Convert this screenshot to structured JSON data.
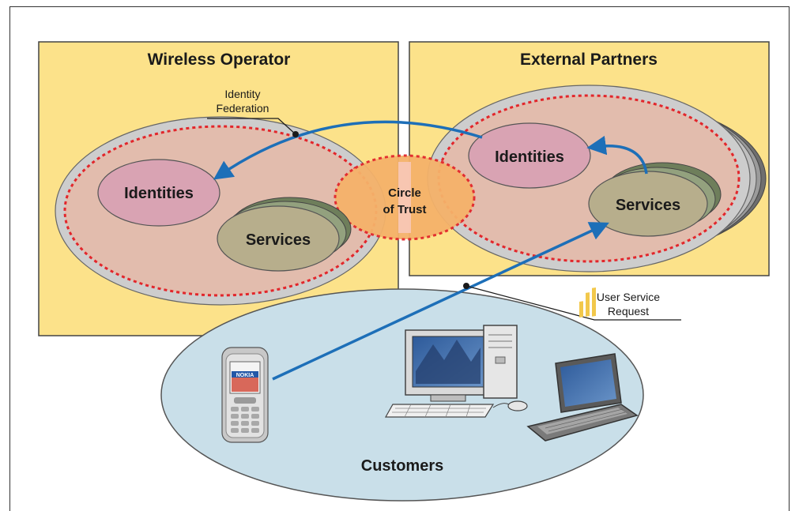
{
  "diagram": {
    "wireless_operator": {
      "title": "Wireless Operator",
      "identities": "Identities",
      "services": "Services"
    },
    "external_partners": {
      "title": "External Partners",
      "identities": "Identities",
      "services": "Services"
    },
    "circle_of_trust": {
      "line1": "Circle",
      "line2": "of Trust"
    },
    "identity_federation": {
      "line1": "Identity",
      "line2": "Federation"
    },
    "user_service_request": {
      "line1": "User Service",
      "line2": "Request"
    },
    "customers": {
      "title": "Customers",
      "phone_brand": "NOKIA"
    }
  },
  "colors": {
    "domain_box": "#fce28a",
    "trust_zone": "#e2bcad",
    "identities": "#d9a3b3",
    "services": "#b7ae8c",
    "circle_of_trust": "#f5b26a",
    "customers": "#c9dfe9",
    "arrow": "#1d6fb8",
    "dotted": "#e2262b"
  },
  "icons": [
    "mobile-phone-icon",
    "desktop-computer-icon",
    "laptop-icon"
  ]
}
